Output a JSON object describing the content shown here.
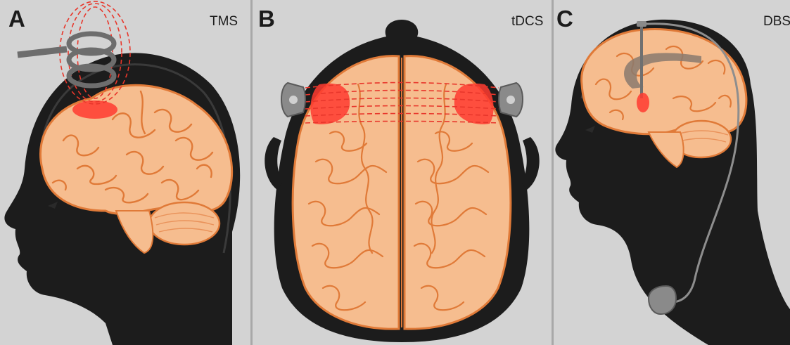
{
  "figure": {
    "panels": [
      {
        "id": "A",
        "letter": "A",
        "title": "TMS"
      },
      {
        "id": "B",
        "letter": "B",
        "title": "tDCS"
      },
      {
        "id": "C",
        "letter": "C",
        "title": "DBS"
      }
    ]
  },
  "colors": {
    "panel_background": "#d3d3d3",
    "silhouette": "#1c1c1c",
    "brain_fill": "#f6bd8f",
    "brain_outline": "#e07a38",
    "stimulation_red": "#ff3b30",
    "device_grey": "#7d7d7d"
  },
  "icons": [
    "tms-coil-icon",
    "tdcs-electrode-icon",
    "dbs-electrode-icon",
    "dbs-pulse-generator-icon"
  ]
}
